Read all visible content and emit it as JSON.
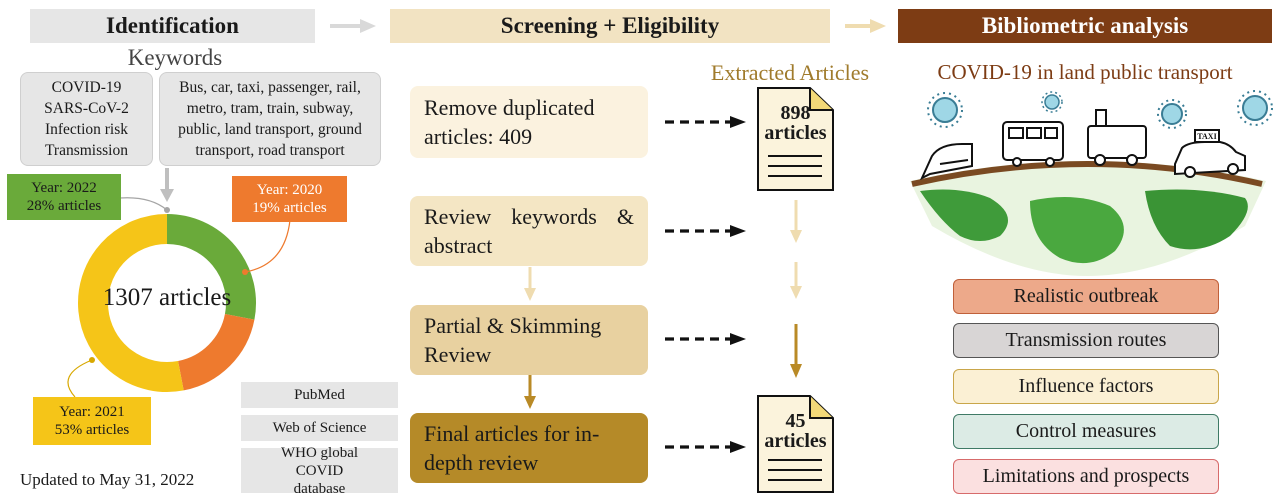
{
  "headers": {
    "identification": "Identification",
    "screening": "Screening + Eligibility",
    "bibliometric": "Bibliometric analysis"
  },
  "keywords": {
    "title": "Keywords",
    "disease_terms": [
      "COVID-19",
      "SARS-CoV-2",
      "Infection risk",
      "Transmission"
    ],
    "transport_terms": [
      "Bus, car, taxi, passenger, rail,",
      "metro, tram, train, subway,",
      "public, land transport, ground",
      "transport, road transport"
    ]
  },
  "donut": {
    "center_label": "1307 articles",
    "segments": [
      {
        "year": "Year: 2022",
        "share": "28% articles",
        "percent": 28,
        "color": "#6aaa3a"
      },
      {
        "year": "Year: 2020",
        "share": "19% articles",
        "percent": 19,
        "color": "#ee7a2e"
      },
      {
        "year": "Year: 2021",
        "share": "53% articles",
        "percent": 53,
        "color": "#f5c518"
      }
    ]
  },
  "sources": [
    "PubMed",
    "Web of Science",
    "WHO global COVID database"
  ],
  "updated": "Updated to May 31, 2022",
  "steps": [
    {
      "text": "Remove duplicated articles: 409"
    },
    {
      "text": "Review keywords & abstract"
    },
    {
      "text": "Partial & Skimming Review"
    },
    {
      "text": "Final articles for in-depth review"
    }
  ],
  "extracted": {
    "title": "Extracted Articles",
    "doc1": {
      "count": "898",
      "unit": "articles"
    },
    "doc2": {
      "count": "45",
      "unit": "articles"
    }
  },
  "analysis": {
    "title": "COVID-19 in land public transport",
    "taxi_sign": "TAXI",
    "categories": [
      {
        "label": "Realistic outbreak",
        "fill": "#eda98a",
        "border": "#c0603a"
      },
      {
        "label": "Transmission routes",
        "fill": "#d8d5d5",
        "border": "#555555"
      },
      {
        "label": "Influence factors",
        "fill": "#fbf0d4",
        "border": "#c9a64a"
      },
      {
        "label": "Control measures",
        "fill": "#dcebe5",
        "border": "#3f7a66"
      },
      {
        "label": "Limitations and prospects",
        "fill": "#fbe0e0",
        "border": "#d76b6b"
      }
    ]
  },
  "colors": {
    "header_grey": "#e6e6e6",
    "header_tan": "#f2e3c2",
    "header_brown": "#7d3c14",
    "arrow_dashed": "#111111",
    "arrow_light": "#efdcb0",
    "arrow_dark": "#b98a26"
  }
}
